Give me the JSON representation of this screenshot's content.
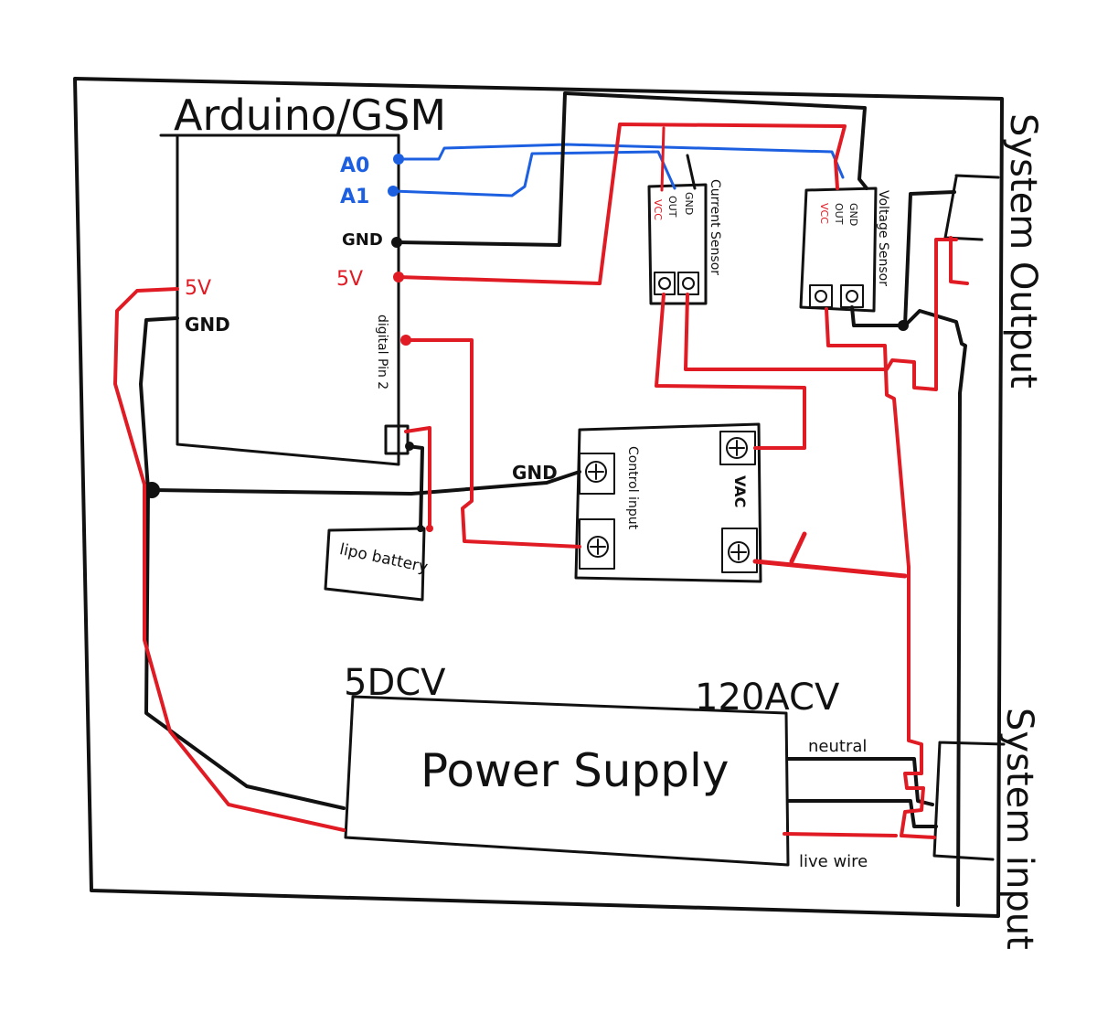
{
  "labels": {
    "arduino": "Arduino/GSM",
    "pin_a0": "A0",
    "pin_a1": "A1",
    "pin_gnd": "GND",
    "pin_5v": "5V",
    "left_5v": "5V",
    "left_gnd": "GND",
    "digital_pin": "digital Pin 2",
    "lipo": "lipo battery",
    "current_sensor": "Current Sensor",
    "voltage_sensor": "Voltage Sensor",
    "sensor_gnd": "GND",
    "sensor_out": "OUT",
    "sensor_vcc": "VCC",
    "relay_gnd": "GND",
    "control_input": "Control input",
    "vac": "VAC",
    "supply_5dcv": "5DCV",
    "supply_120acv": "120ACV",
    "power_supply": "Power Supply",
    "neutral": "neutral",
    "live_wire": "live wire",
    "system_output": "System Output",
    "system_input": "System input"
  },
  "colors": {
    "ink": "#111111",
    "positive_wire": "#e01b24",
    "signal_wire": "#1c5fe0"
  }
}
